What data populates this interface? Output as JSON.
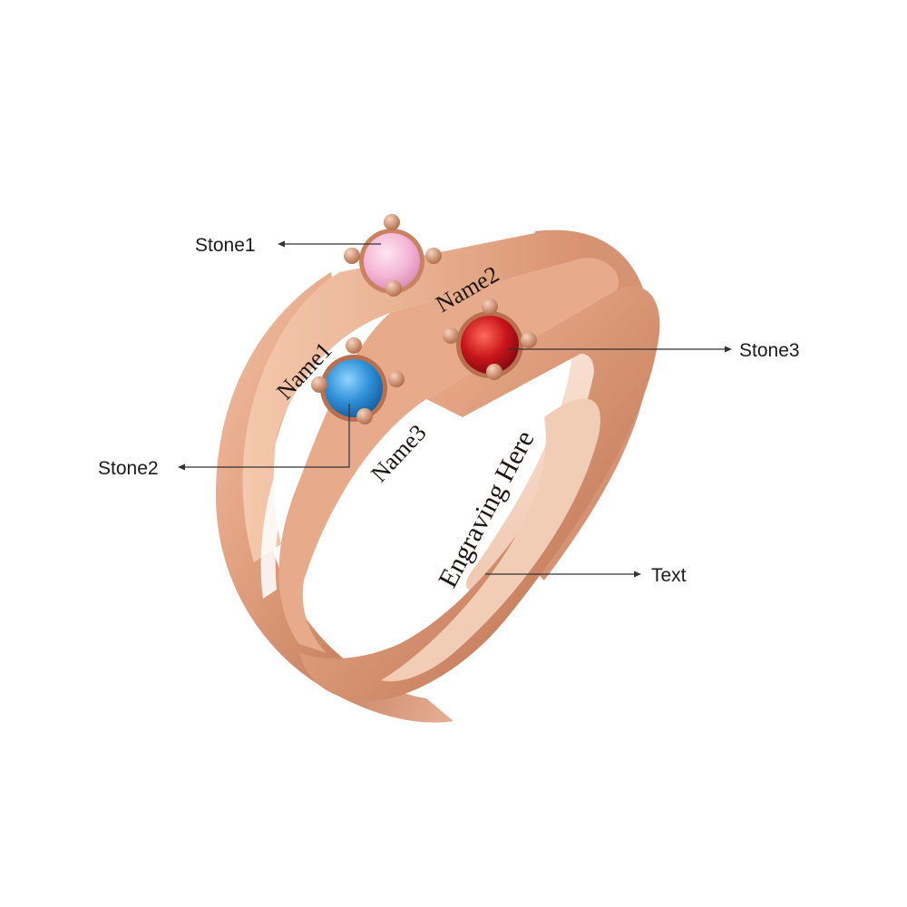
{
  "callouts": {
    "stone1": "Stone1",
    "stone2": "Stone2",
    "stone3": "Stone3",
    "text": "Text"
  },
  "engravings": {
    "name1": "Name1",
    "name2": "Name2",
    "name3": "Name3",
    "band": "Engraving Here"
  },
  "colors": {
    "background": "#ffffff",
    "rose_gold": "#e4a887",
    "rose_gold_dark": "#b8704f",
    "stone1_pink": "#f4b9d6",
    "stone2_blue": "#2f8fd6",
    "stone3_red": "#c8141a"
  }
}
